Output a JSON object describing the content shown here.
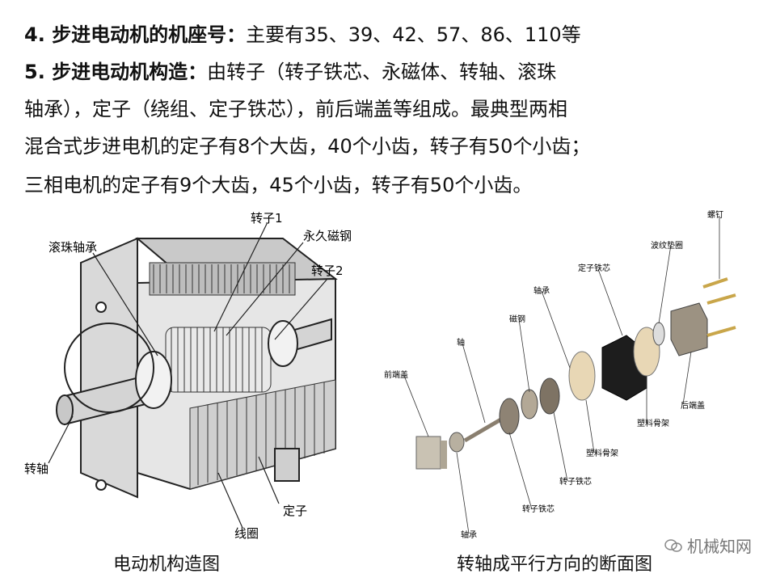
{
  "intro": {
    "item4_label": "4. 步进电动机的机座号：",
    "item4_text": "主要有35、39、42、57、86、110等",
    "item5_label": "5. 步进电动机构造：",
    "item5_text1": "由转子（转子铁芯、永磁体、转轴、滚珠",
    "item5_text2": "轴承），定子（绕组、定子铁芯），前后端盖等组成。最典型两相",
    "item5_text3": "混合式步进电机的定子有8个大齿，40个小齿，转子有50个小齿；",
    "item5_text4": "三相电机的定子有9个大齿，45个小齿，转子有50个小齿。"
  },
  "left_diagram": {
    "labels": {
      "rotor1": "转子1",
      "magnet": "永久磁钢",
      "bearing": "滚珠轴承",
      "rotor2": "转子2",
      "shaft": "转轴",
      "stator": "定子",
      "coil": "线圈"
    },
    "caption": "电动机构造图"
  },
  "right_diagram": {
    "labels": {
      "screw": "螺钉",
      "wave_washer": "波纹垫圈",
      "stator_core": "定子铁芯",
      "bearing_top": "轴承",
      "magnet": "磁钢",
      "shaft": "轴",
      "front_cover": "前端盖",
      "rear_cover": "后端盖",
      "plastic_frame1": "塑料骨架",
      "plastic_frame2": "塑料骨架",
      "rotor_core1": "转子铁芯",
      "rotor_core2": "转子铁芯",
      "bearing_bottom": "轴承"
    },
    "caption": "转轴成平行方向的断面图"
  },
  "watermark": "机械知网"
}
